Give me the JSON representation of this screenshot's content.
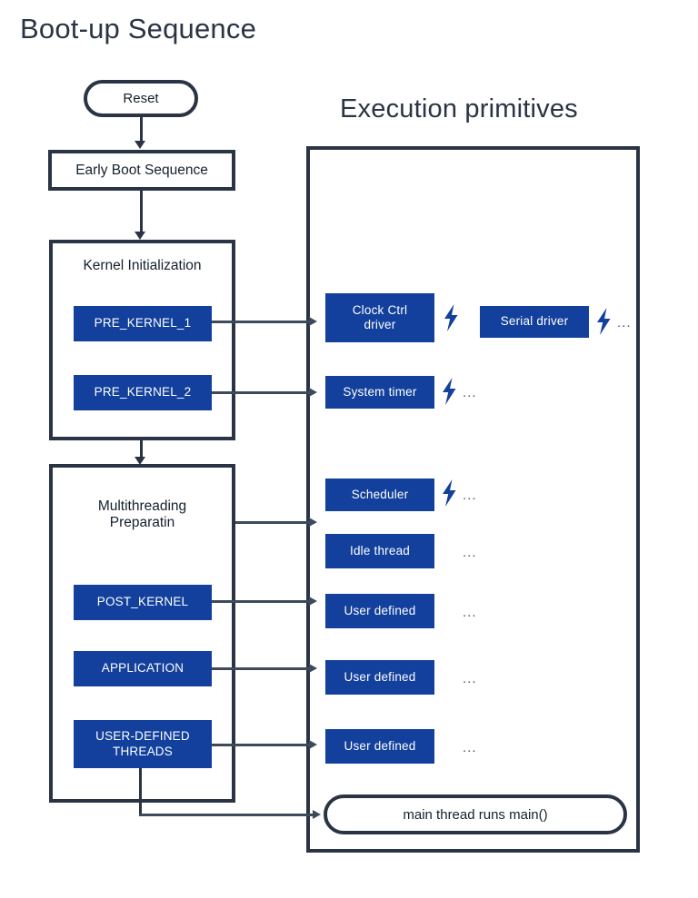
{
  "titles": {
    "boot": "Boot-up Sequence",
    "execution": "Execution primitives"
  },
  "boot_flow": {
    "reset": "Reset",
    "early_boot": "Early Boot Sequence",
    "kernel_init": {
      "heading": "Kernel Initialization",
      "levels": [
        {
          "label": "PRE_KERNEL_1"
        },
        {
          "label": "PRE_KERNEL_2"
        }
      ]
    },
    "multithreading": {
      "heading": "Multithreading\nPreparatin",
      "levels": [
        {
          "label": "POST_KERNEL"
        },
        {
          "label": "APPLICATION"
        },
        {
          "label": "USER-DEFINED\nTHREADS"
        }
      ]
    }
  },
  "execution_primitives": {
    "rows": [
      {
        "label": "Clock Ctrl\ndriver",
        "bolt": true,
        "trailing_dots": ""
      },
      {
        "label": "Serial driver",
        "bolt": true,
        "trailing_dots": "..."
      },
      {
        "label": "System timer",
        "bolt": true,
        "trailing_dots": "..."
      },
      {
        "label": "Scheduler",
        "bolt": true,
        "trailing_dots": "..."
      },
      {
        "label": "Idle thread",
        "bolt": false,
        "trailing_dots": "..."
      },
      {
        "label": "User defined",
        "bolt": false,
        "trailing_dots": "..."
      },
      {
        "label": "User defined",
        "bolt": false,
        "trailing_dots": "..."
      },
      {
        "label": "User defined",
        "bolt": false,
        "trailing_dots": "..."
      }
    ],
    "main_thread": "main thread runs main()"
  },
  "icons": {
    "bolt": "lightning-bolt-icon"
  },
  "colors": {
    "outline": "#2b3445",
    "blue": "#12409c",
    "text": "#16202e",
    "connector": "#3d4a5c",
    "background": "#ffffff"
  }
}
